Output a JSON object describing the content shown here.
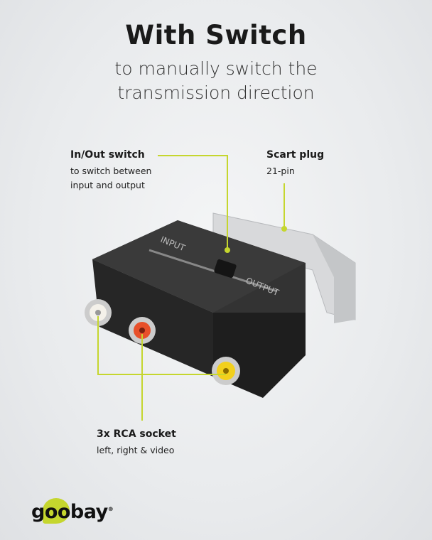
{
  "header": {
    "title": "With Switch",
    "subtitle_line1": "to manually switch the",
    "subtitle_line2": "transmission direction"
  },
  "callouts": {
    "switch": {
      "label": "In/Out switch",
      "desc_line1": "to switch between",
      "desc_line2": "input and output"
    },
    "scart": {
      "label": "Scart plug",
      "desc": "21-pin"
    },
    "rca": {
      "label": "3x RCA socket",
      "desc": "left, right & video"
    }
  },
  "device": {
    "input_label": "INPUT",
    "output_label": "OUTPUT"
  },
  "brand": {
    "logo": "goobay",
    "registered": "®"
  },
  "colors": {
    "accent": "#c5d62e",
    "body": "#2a2a2a"
  }
}
